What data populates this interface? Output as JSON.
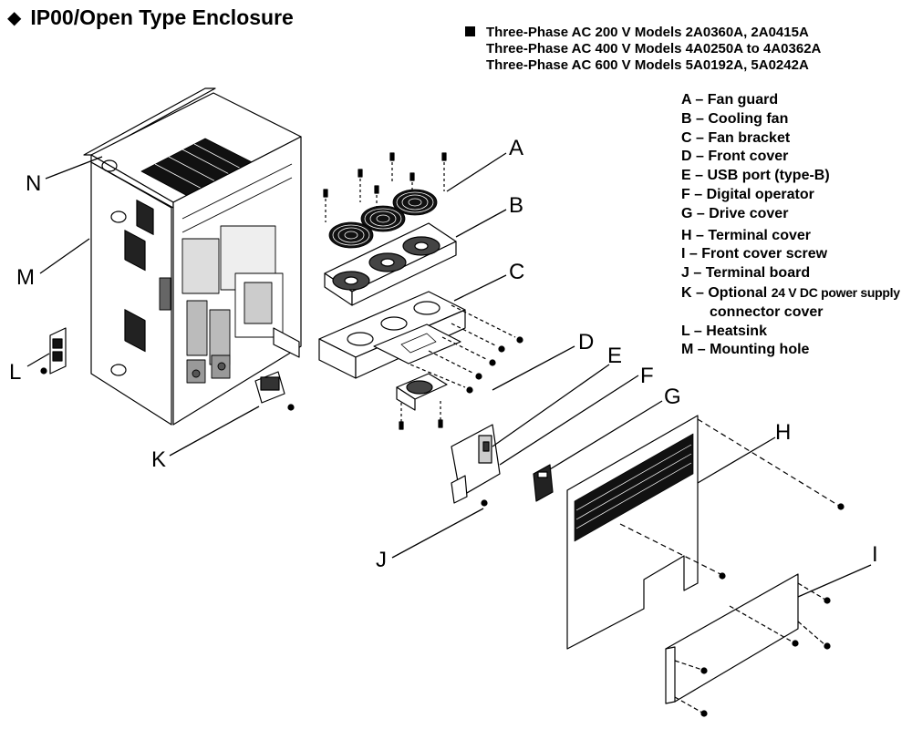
{
  "title": "IP00/Open Type Enclosure",
  "models": [
    "Three-Phase AC 200 V Models 2A0360A, 2A0415A",
    "Three-Phase AC 400 V Models 4A0250A to 4A0362A",
    "Three-Phase AC 600 V Models 5A0192A, 5A0242A"
  ],
  "legend": [
    {
      "key": "A",
      "text": "Fan guard"
    },
    {
      "key": "B",
      "text": "Cooling fan"
    },
    {
      "key": "C",
      "text": "Fan bracket"
    },
    {
      "key": "D",
      "text": "Front cover"
    },
    {
      "key": "E",
      "text": "USB port (type-B)"
    },
    {
      "key": "F",
      "text": "Digital operator"
    },
    {
      "key": "G",
      "text": "Drive cover"
    },
    {
      "key": "H",
      "text": "Terminal cover"
    },
    {
      "key": "I",
      "text": "Front cover screw"
    },
    {
      "key": "J",
      "text": "Terminal board"
    },
    {
      "key": "K",
      "text": "Optional",
      "extra": "24 V DC power supply",
      "cont": "connector cover"
    },
    {
      "key": "L",
      "text": "Heatsink"
    },
    {
      "key": "M",
      "text": "Mounting hole"
    }
  ],
  "callouts": {
    "A": "A",
    "B": "B",
    "C": "C",
    "D": "D",
    "E": "E",
    "F": "F",
    "G": "G",
    "H": "H",
    "I": "I",
    "J": "J",
    "K": "K",
    "L": "L",
    "M": "M",
    "N": "N"
  }
}
